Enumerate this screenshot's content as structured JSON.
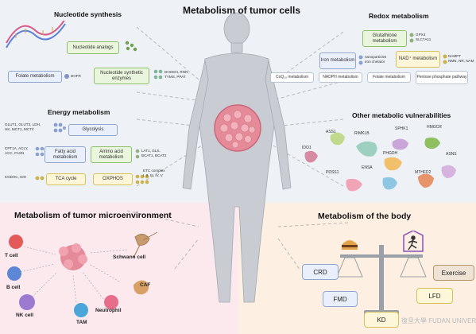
{
  "main_title": "Metabolism of tumor cells",
  "nucleotide": {
    "title": "Nucleotide synthesis",
    "analogs": "Nucleotide analogs",
    "folate": "Folate metabolism",
    "dhfr": "DHFR",
    "enzymes": "Nucleotide synthetic enzymes",
    "enzymes_list": [
      "DHODH, RNR,",
      "TYMS, PPAT"
    ]
  },
  "redox": {
    "title": "Redox metabolism",
    "glutathione": "Glutathione metabolism",
    "gpx": [
      "GPX4",
      "SLC7A11"
    ],
    "iron": "Iron metabolism",
    "iron_items": [
      "nanoparticles",
      "iron chelator"
    ],
    "nad": "NAD⁺ metabolism",
    "nad_items": [
      "NAMPT",
      "NMN, NR, NAM"
    ],
    "bottom": [
      "CoQ₁₀ metabolism",
      "NADPH metabolism",
      "Folate metabolism",
      "Pentose phosphate pathway"
    ]
  },
  "energy": {
    "title": "Energy metabolism",
    "glut": [
      "GLUT1, GLUT3, LDH,",
      "HK, MCT1, MCT4"
    ],
    "glycolysis": "Glycolysis",
    "cpt": [
      "CPT1A, ACLY,",
      "ACC, FASN"
    ],
    "fatty": "Fatty acid metabolism",
    "amino": "Amino acid metabolism",
    "lat": [
      "LAT1, GLS,",
      "BCAT1, BCAT2"
    ],
    "sdh": "KGDHC, IDH",
    "tca": "TCA cycle",
    "oxphos": "OXPHOS",
    "etc": [
      "ETC complex",
      "I, II, III, IV, V"
    ]
  },
  "vulnerabilities": {
    "title": "Other metabolic vulnerabilities",
    "items": [
      "RIMKLB",
      "SPHK1",
      "HMGCR",
      "PHGDH",
      "ASS1",
      "IDO1",
      "ENSA",
      "ASNS",
      "PDSS1",
      "MTHFD2"
    ]
  },
  "tme": {
    "title": "Metabolism of tumor microenvironment",
    "cells": [
      "T cell",
      "B cell",
      "NK cell",
      "TAM",
      "Neutrophil",
      "CAF",
      "Schwann cell"
    ]
  },
  "body": {
    "title": "Metabolism of the body",
    "items": [
      "CRD",
      "FMD",
      "KD",
      "LFD",
      "Exercise"
    ]
  },
  "watermark": "復旦大學 FUDAN UNIVERSITY",
  "colors": {
    "green_box": "#e9f5dd",
    "blue_box": "#eaf0fb",
    "yellow_box": "#fdf6d8",
    "tme_bg": "#fbe9ee",
    "body_bg": "#fdf0e2",
    "tumor": "#e58a98"
  },
  "icons": [
    "dna-icon",
    "tumor-icon",
    "human-silhouette-icon",
    "balance-scale-icon",
    "burger-icon",
    "runner-icon",
    "t-cell-icon",
    "b-cell-icon",
    "nk-cell-icon",
    "tam-icon",
    "neutrophil-icon",
    "caf-icon",
    "schwann-cell-icon"
  ]
}
